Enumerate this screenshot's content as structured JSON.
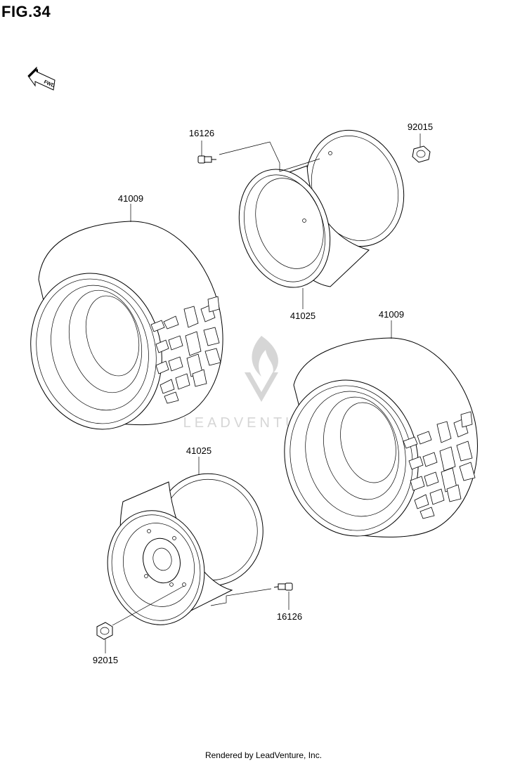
{
  "figure": {
    "title": "FIG.34"
  },
  "direction_badge": {
    "text": "FWD"
  },
  "watermark": {
    "text": "LEADVENTURE"
  },
  "parts": {
    "valve_top": "16126",
    "nut_top": "92015",
    "tire_left": "41009",
    "wheel_top": "41025",
    "tire_right": "41009",
    "wheel_bottom": "41025",
    "valve_bottom": "16126",
    "nut_bottom": "92015"
  },
  "footer": {
    "text": "Rendered by LeadVenture, Inc."
  }
}
